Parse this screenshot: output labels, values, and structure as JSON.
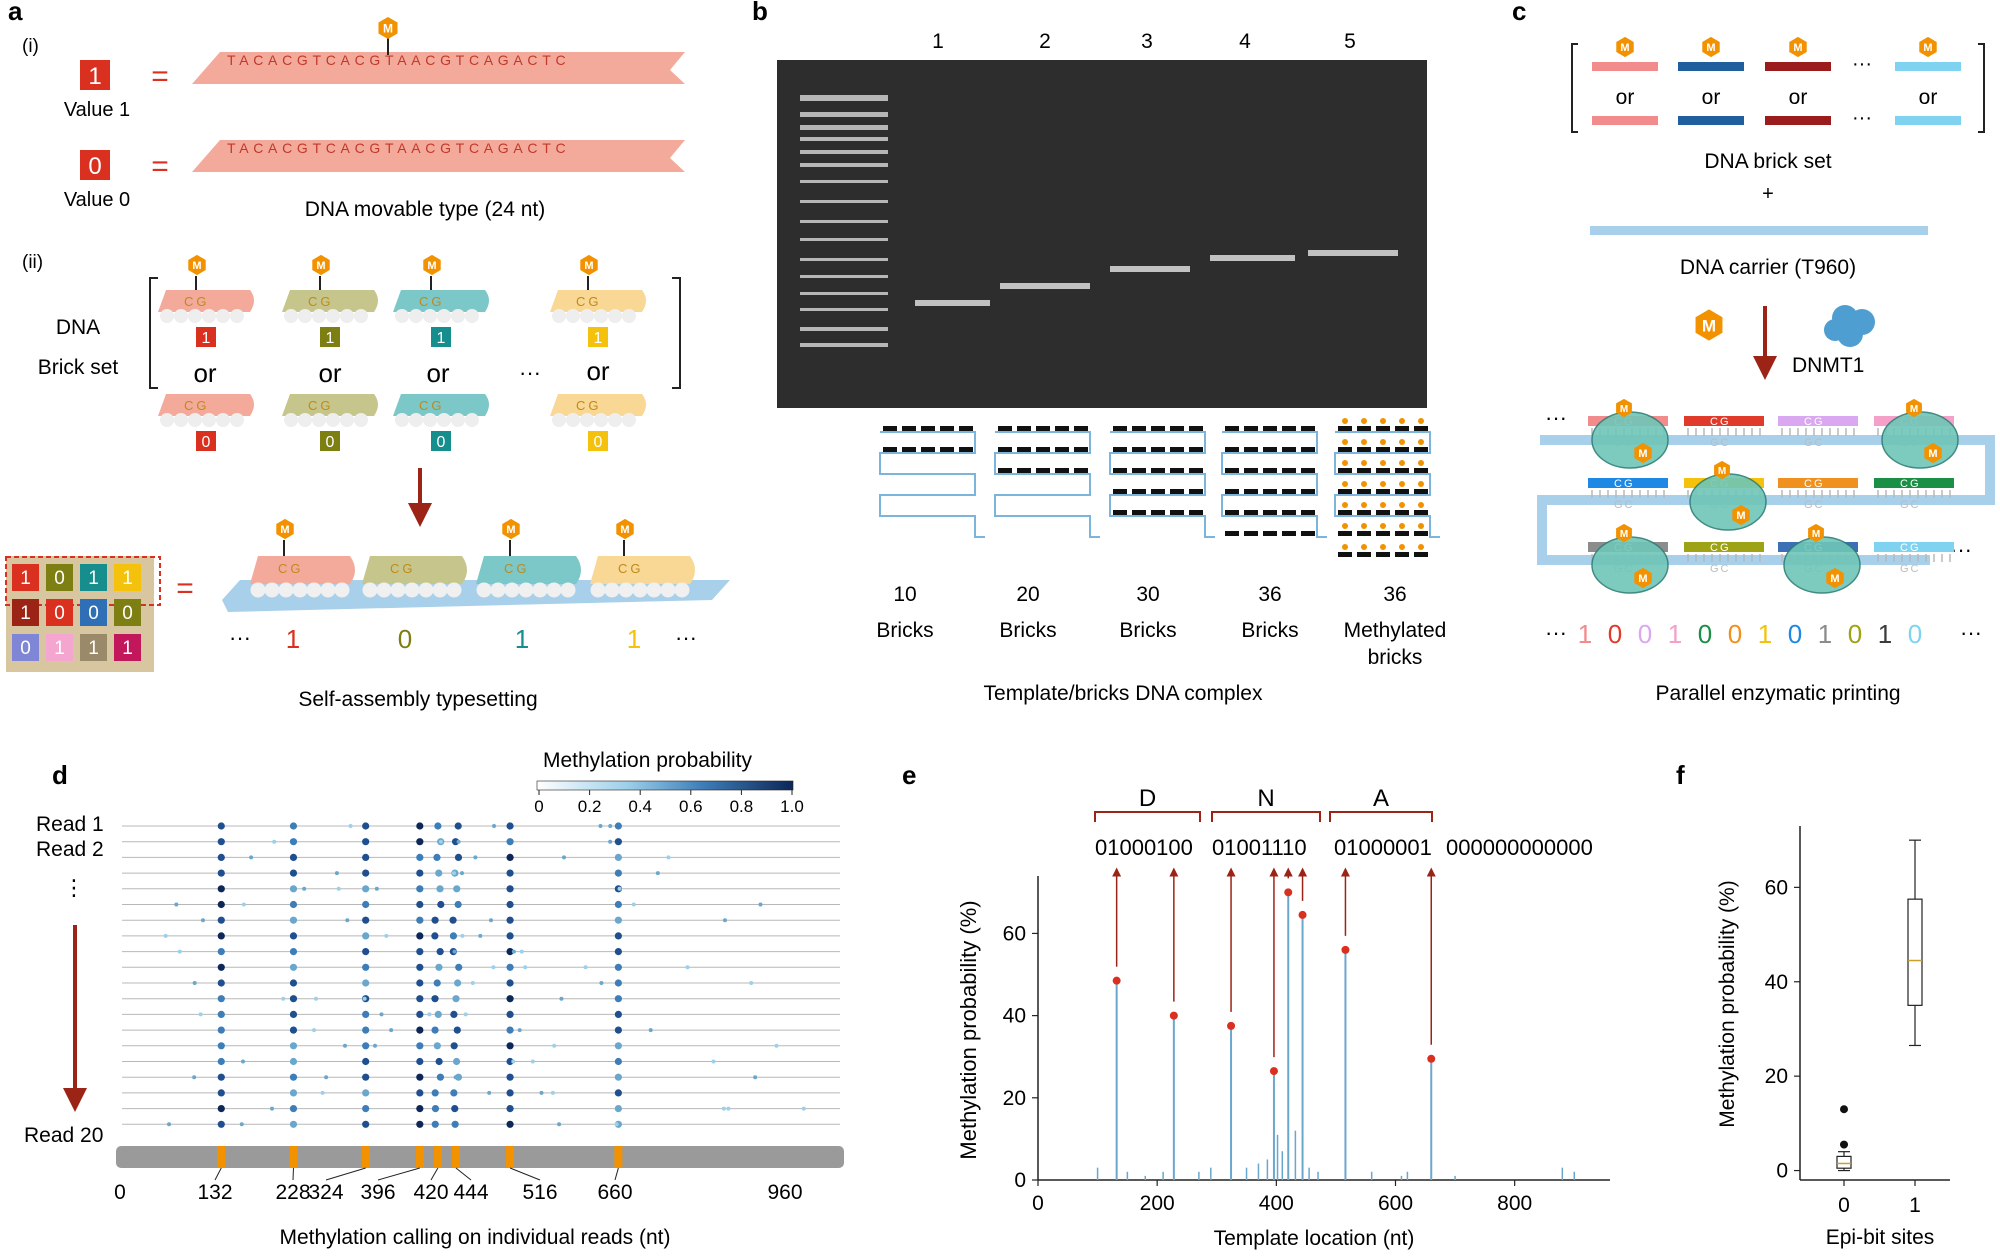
{
  "panels": {
    "a": {
      "letter": "a",
      "sub_i": "(i)",
      "sub_ii": "(ii)",
      "m_glyph": "M",
      "seq": "TACACGTCACGTAACGTCAGACTC",
      "value1_digit": "1",
      "value1_label": "Value 1",
      "value0_digit": "0",
      "value0_label": "Value 0",
      "equals": "=",
      "caption_i": "DNA movable type (24 nt)",
      "brick_label_1": "DNA",
      "brick_label_2": "Brick set",
      "cg": "CG",
      "or": "or",
      "ellipsis": "···",
      "bits_row": [
        "1",
        "0",
        "1",
        "1"
      ],
      "grid": [
        [
          "1",
          "0",
          "1",
          "1"
        ],
        [
          "1",
          "0",
          "0",
          "0"
        ],
        [
          "0",
          "1",
          "1",
          "1"
        ]
      ],
      "caption_ii": "Self-assembly typesetting"
    },
    "b": {
      "letter": "b",
      "lanes": [
        "1",
        "2",
        "3",
        "4",
        "5"
      ],
      "labels_top": [
        "10",
        "20",
        "30",
        "36",
        "36"
      ],
      "labels_bottom": [
        "Bricks",
        "Bricks",
        "Bricks",
        "Bricks",
        "Methylated"
      ],
      "label_extra": "bricks",
      "caption": "Template/bricks DNA complex"
    },
    "c": {
      "letter": "c",
      "or": "or",
      "ellipsis": "···",
      "brick_set": "DNA brick set",
      "plus": "+",
      "carrier": "DNA carrier (T960)",
      "enzyme": "DNMT1",
      "m_glyph": "M",
      "cg": "CG",
      "gc": "GC",
      "bits": [
        "1",
        "0",
        "0",
        "1",
        "0",
        "0",
        "1",
        "0",
        "1",
        "0",
        "1",
        "0"
      ],
      "caption": "Parallel enzymatic printing"
    },
    "d": {
      "letter": "d",
      "read1": "Read 1",
      "read2": "Read 2",
      "vdots": "⋮",
      "read20": "Read 20",
      "colorbar_title": "Methylation probability",
      "colorbar_ticks": [
        "0",
        "0.2",
        "0.4",
        "0.6",
        "0.8",
        "1.0"
      ],
      "xticks": [
        "0",
        "132",
        "228",
        "324",
        "396",
        "420",
        "444",
        "516",
        "660",
        "960"
      ],
      "xlabel": "Methylation calling on individual reads (nt)"
    },
    "e": {
      "letter": "e",
      "letters": [
        "D",
        "N",
        "A"
      ],
      "bytes": [
        "01000100",
        "01001110",
        "01000001",
        "000000000000"
      ],
      "ylabel": "Methylation probability (%)",
      "xlabel": "Template location (nt)",
      "yticks": [
        "0",
        "20",
        "40",
        "60"
      ],
      "xticks": [
        "0",
        "200",
        "400",
        "600",
        "800"
      ]
    },
    "f": {
      "letter": "f",
      "ylabel": "Methylation probability (%)",
      "xlabel": "Epi-bit sites",
      "yticks": [
        "0",
        "20",
        "40",
        "60"
      ],
      "xticks": [
        "0",
        "1"
      ]
    }
  },
  "chart_data": [
    {
      "panel": "d",
      "type": "scatter",
      "xlabel": "Methylation calling on individual reads (nt)",
      "xlim": [
        0,
        960
      ],
      "reads": 20,
      "highlight_sites": [
        132,
        228,
        324,
        396,
        420,
        444,
        516,
        660
      ],
      "colorbar_range": [
        0,
        1.0
      ]
    },
    {
      "panel": "e",
      "type": "bar",
      "xlabel": "Template location (nt)",
      "ylabel": "Methylation probability (%)",
      "xlim": [
        0,
        960
      ],
      "ylim": [
        0,
        73
      ],
      "epi_bit_points": {
        "x": [
          132,
          228,
          324,
          396,
          420,
          444,
          516,
          660
        ],
        "y": [
          48.5,
          40,
          37.5,
          26.5,
          70,
          64.5,
          56,
          29.5
        ]
      },
      "background_peaks": {
        "x": [
          100,
          150,
          180,
          210,
          270,
          290,
          350,
          370,
          385,
          402,
          410,
          432,
          455,
          470,
          560,
          610,
          620,
          700,
          880,
          900
        ],
        "y": [
          3,
          2,
          1,
          2,
          2,
          3,
          3,
          4,
          5,
          11,
          7,
          12,
          3,
          2,
          2,
          1,
          2,
          1,
          3,
          2
        ]
      }
    },
    {
      "panel": "f",
      "type": "box",
      "xlabel": "Epi-bit sites",
      "ylabel": "Methylation probability (%)",
      "categories": [
        "0",
        "1"
      ],
      "boxes": [
        {
          "whisker_low": 0,
          "q1": 0.5,
          "median": 1.5,
          "q3": 3,
          "whisker_high": 4,
          "outliers": [
            5.5,
            13
          ]
        },
        {
          "whisker_low": 26.5,
          "q1": 35,
          "median": 44.5,
          "q3": 57.5,
          "whisker_high": 70,
          "outliers": []
        }
      ],
      "ylim": [
        -2,
        73
      ]
    }
  ],
  "colors": {
    "red": "#d9301f",
    "olive": "#7d7f12",
    "teal": "#168e8e",
    "yellow": "#f4c20d",
    "salmon": "#f4aa9b",
    "khaki": "#c6c68c",
    "aqua": "#7cc7c7",
    "cream": "#f8d894",
    "arrow": "#9b2416",
    "orange": "#f29200",
    "carrier": "#a8d0ea",
    "stem": "#6aa7cd",
    "gel": "#2d2d2d"
  }
}
